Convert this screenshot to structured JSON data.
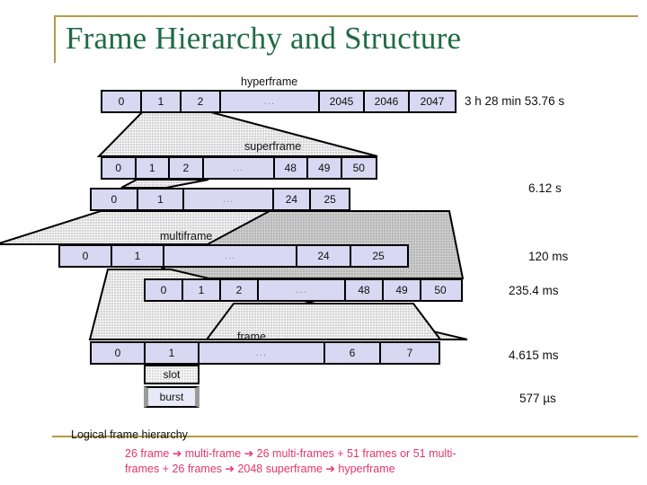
{
  "slide": {
    "title": "Frame Hierarchy and Structure",
    "title_color": "#1f6b45",
    "accent_rule_color": "#b59b44"
  },
  "diagram": {
    "cell_fill": "#d8d8f2",
    "wedge_fill": "#d0d0d0",
    "ellipsis": "...",
    "labels": {
      "hyperframe": "hyperframe",
      "superframe": "superframe",
      "multiframe": "multiframe",
      "frame": "frame",
      "slot": "slot",
      "burst": "burst"
    },
    "rows": [
      {
        "name": "hyperframe-row",
        "cells": [
          "0",
          "1",
          "2",
          "...",
          "2045",
          "2046",
          "2047"
        ],
        "duration": "3 h 28 min 53.76 s"
      },
      {
        "name": "superframe-row",
        "cells": [
          "0",
          "1",
          "2",
          "...",
          "48",
          "49",
          "50"
        ],
        "duration": ""
      },
      {
        "name": "multiframe-26-row",
        "cells": [
          "0",
          "1",
          "...",
          "24",
          "25"
        ],
        "duration": "6.12 s"
      },
      {
        "name": "multiframe-row",
        "cells": [
          "0",
          "1",
          "...",
          "24",
          "25"
        ],
        "duration": "120 ms"
      },
      {
        "name": "multiframe-51-row",
        "cells": [
          "0",
          "1",
          "2",
          "...",
          "48",
          "49",
          "50"
        ],
        "duration": "235.4 ms"
      },
      {
        "name": "frame-row",
        "cells": [
          "0",
          "1",
          "...",
          "6",
          "7"
        ],
        "duration": "4.615 ms"
      }
    ],
    "durations": {
      "hyperframe": "3 h 28 min 53.76 s",
      "superframe": "6.12 s",
      "multiframe": "120 ms",
      "multiframe_51": "235.4 ms",
      "frame": "4.615 ms",
      "burst": "577 µs"
    }
  },
  "footer": {
    "heading": "Logical frame hierarchy",
    "text_color": "#e4356b",
    "segments": [
      "26 frame ",
      "➔",
      " multi-frame ",
      "➔",
      " 26 multi-frames + 51 frames or 51 multi-frames + 26 frames ",
      "➔",
      " 2048 superframe ",
      "➔",
      " hyperframe"
    ],
    "line1": "26 frame ➔ multi-frame ➔ 26 multi-frames + 51 frames or 51 multi-",
    "line2": "frames + 26 frames ➔ 2048 superframe ➔ hyperframe"
  }
}
